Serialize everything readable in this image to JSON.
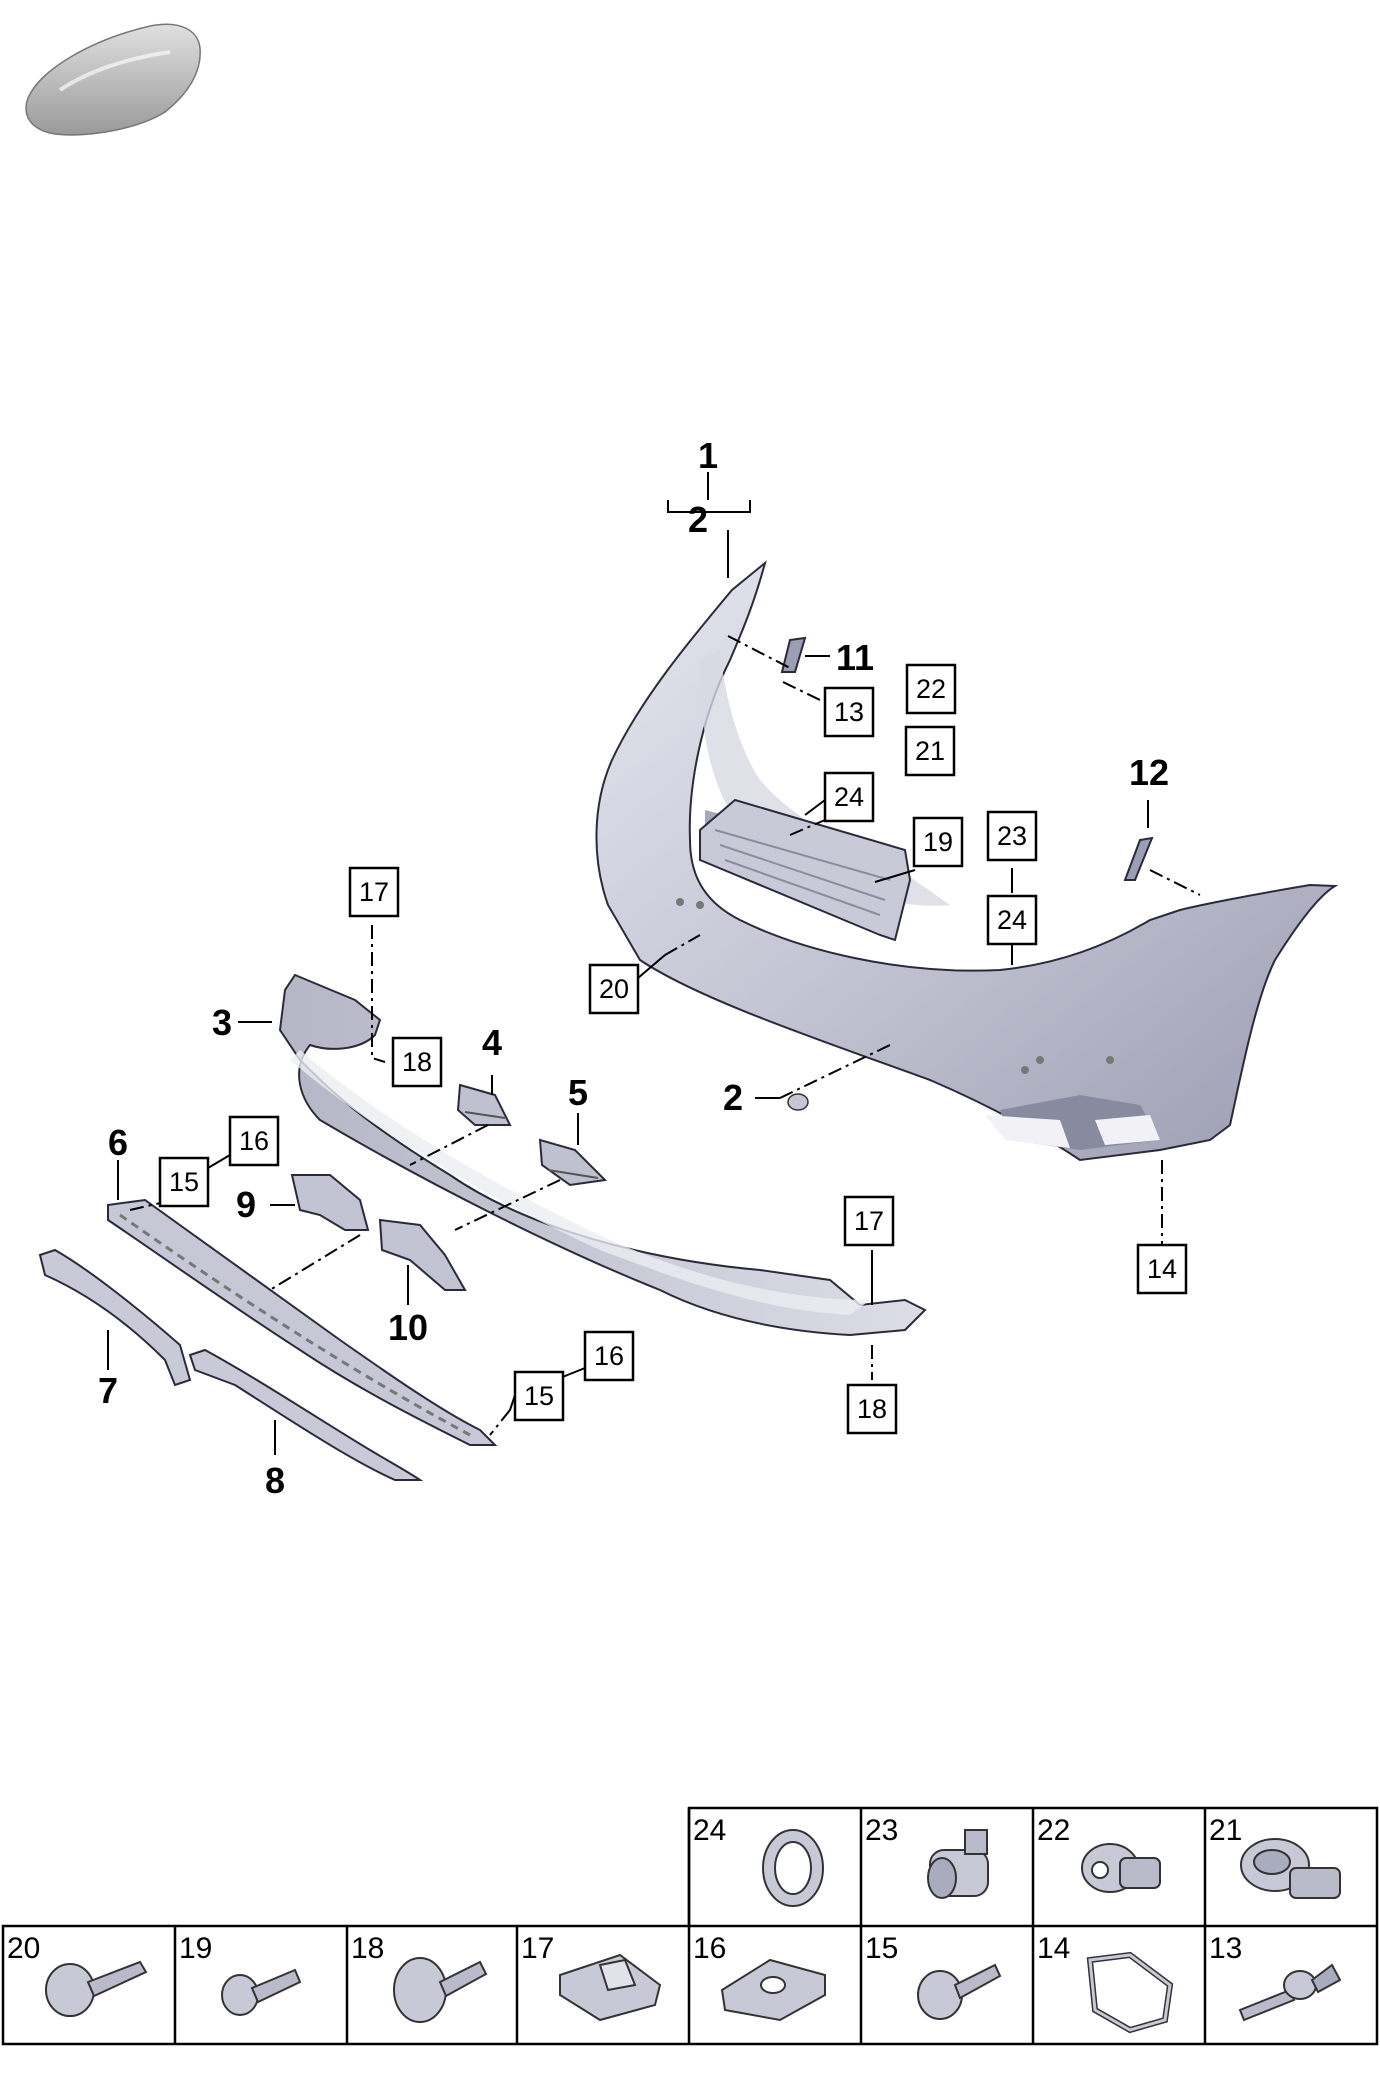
{
  "diagram": {
    "callouts_bold": [
      "1",
      "2",
      "11",
      "12",
      "3",
      "4",
      "5",
      "2",
      "6",
      "9",
      "7",
      "10",
      "8"
    ],
    "callouts_boxed": [
      "22",
      "13",
      "21",
      "24",
      "19",
      "23",
      "24",
      "17",
      "20",
      "18",
      "16",
      "15",
      "17",
      "14",
      "16",
      "15",
      "18"
    ],
    "fastener_table": {
      "top_row": [
        "24",
        "23",
        "22",
        "21"
      ],
      "bottom_row": [
        "20",
        "19",
        "18",
        "17",
        "16",
        "15",
        "14",
        "13"
      ]
    },
    "colors": {
      "part_fill": "#c4c5d4",
      "part_highlight": "#e4e5ee",
      "part_shadow": "#8c8ea3",
      "line": "#000000"
    }
  }
}
